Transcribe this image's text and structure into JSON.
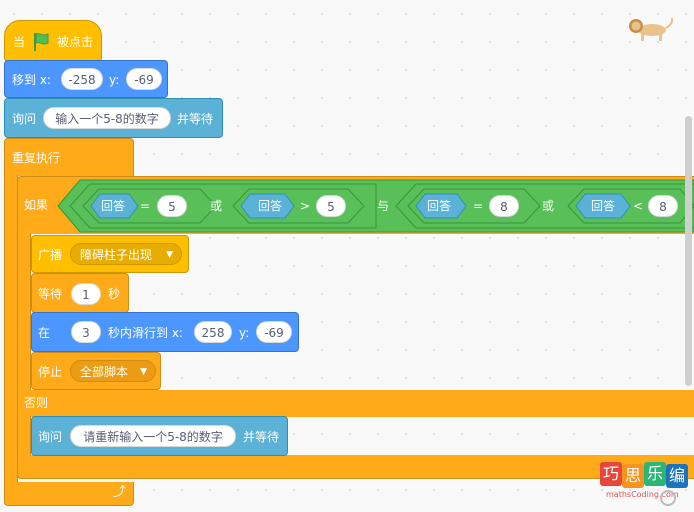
{
  "hat": {
    "label_when": "当",
    "label_clicked": "被点击"
  },
  "goto": {
    "label": "移到 x:",
    "x": "-258",
    "y_label": "y:",
    "y": "-69"
  },
  "ask1": {
    "label": "询问",
    "question": "输入一个5-8的数字",
    "suffix": "并等待"
  },
  "forever": {
    "label": "重复执行"
  },
  "ifelse": {
    "if_label": "如果",
    "else_label": "否则"
  },
  "condition": {
    "or1": "或",
    "and": "与",
    "or2": "或",
    "c1": {
      "reporter": "回答",
      "op": "=",
      "value": "5"
    },
    "c2": {
      "reporter": "回答",
      "op": ">",
      "value": "5"
    },
    "c3": {
      "reporter": "回答",
      "op": "=",
      "value": "8"
    },
    "c4": {
      "reporter": "回答",
      "op": "<",
      "value": "8"
    }
  },
  "broadcast": {
    "label": "广播",
    "message": "障碍柱子出现"
  },
  "wait": {
    "label": "等待",
    "value": "1",
    "unit": "秒"
  },
  "glide": {
    "label": "在",
    "secs": "3",
    "mid": "秒内滑行到 x:",
    "x": "258",
    "y_label": "y:",
    "y": "-69"
  },
  "stop": {
    "label": "停止",
    "option": "全部脚本"
  },
  "ask2": {
    "label": "询问",
    "question": "请重新输入一个5-8的数字",
    "suffix": "并等待"
  },
  "watermark": {
    "logo_chars": [
      "巧",
      "思",
      "乐",
      "编"
    ],
    "url": "mathsCoding.com"
  },
  "colors": {
    "motion": "#4c97ff",
    "sensing": "#5cb1d6",
    "event": "#ffbf00",
    "control": "#ffab19",
    "operators": "#59c059",
    "flag": "#4cbf56"
  }
}
